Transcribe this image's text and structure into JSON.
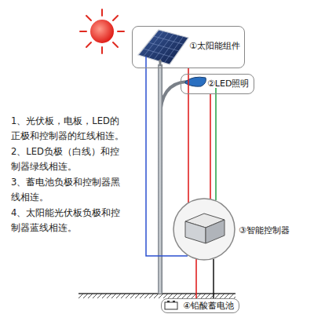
{
  "diagram": {
    "nodes": [
      {
        "text": [
          "①太阳能组件"
        ]
      },
      {
        "text": [
          "②LED照明"
        ]
      },
      {
        "text": [
          "③智能控制器"
        ]
      },
      {
        "text": [
          "④铅酸蓄电池"
        ]
      }
    ],
    "edges": [
      {
        "from": 0,
        "to": 2,
        "arrow": "none"
      },
      {
        "from": 1,
        "to": 2,
        "arrow": "none"
      },
      {
        "from": 2,
        "to": 3,
        "arrow": "none"
      }
    ],
    "labels": [
      "1、光伏板，电板，LED的 正极和控制器的红线相连。",
      "2、LED负极（白线）和控 制器绿线相连。",
      "3、蓄电池负极和控制器黑 线相连。",
      "4、太阳能光伏板负极和控 制器蓝线相连。"
    ]
  }
}
